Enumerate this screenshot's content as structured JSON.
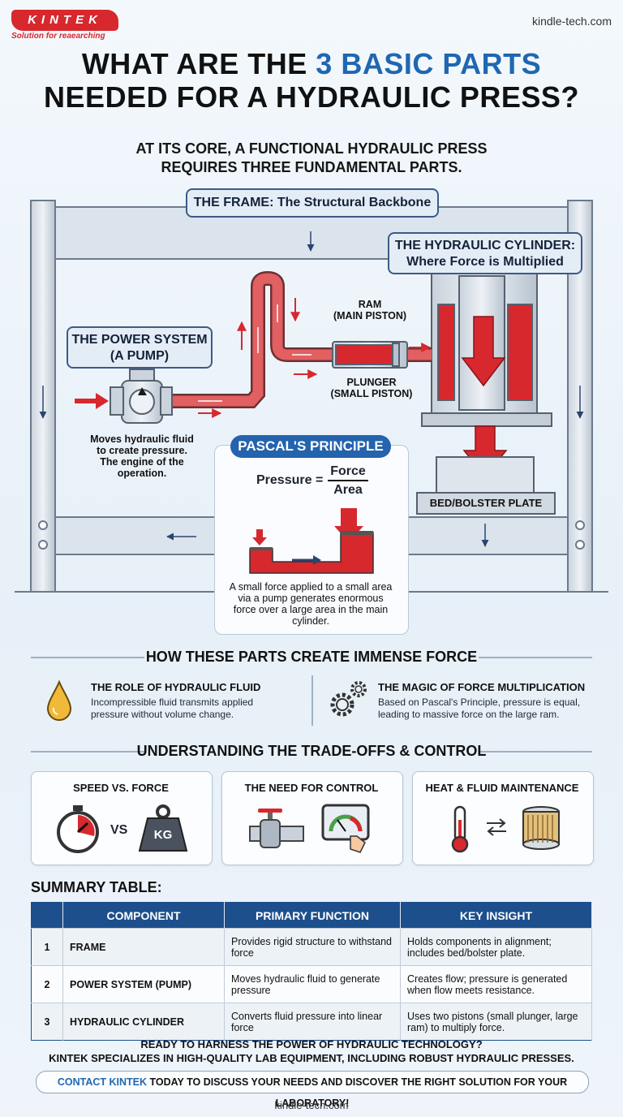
{
  "brand": {
    "logo_text": "KINTEK",
    "tagline": "Solution for reaearching",
    "website": "kindle-tech.com",
    "colors": {
      "red": "#d7282e",
      "blue": "#1f67b1",
      "navy": "#1d4f8d"
    }
  },
  "title": {
    "line1_prefix": "WHAT ARE THE ",
    "line1_highlight": "3 BASIC PARTS",
    "line2": "NEEDED FOR A HYDRAULIC PRESS?"
  },
  "subtitle": {
    "line1": "AT ITS CORE, A FUNCTIONAL HYDRAULIC PRESS",
    "line2": "REQUIRES THREE FUNDAMENTAL PARTS."
  },
  "diagram": {
    "frame_label": "THE FRAME: The Structural Backbone",
    "cylinder_label_line1": "THE HYDRAULIC CYLINDER:",
    "cylinder_label_line2": "Where Force is Multiplied",
    "power_label_line1": "THE POWER SYSTEM",
    "power_label_line2": "(A PUMP)",
    "power_desc": [
      "Moves hydraulic fluid",
      "to create pressure.",
      "The engine of the",
      "operation."
    ],
    "ram_label_line1": "RAM",
    "ram_label_line2": "(MAIN PISTON)",
    "plunger_label_line1": "PLUNGER",
    "plunger_label_line2": "(SMALL PISTON)",
    "bed_label": "BED/BOLSTER PLATE"
  },
  "pascal": {
    "title": "PASCAL'S PRINCIPLE",
    "formula_left": "Pressure =",
    "numerator": "Force",
    "denominator": "Area",
    "description": [
      "A small force applied to a small area",
      "via a pump generates enormous",
      "force over a large area in the main",
      "cylinder."
    ]
  },
  "force_section": {
    "title": "HOW THESE PARTS CREATE IMMENSE FORCE",
    "items": [
      {
        "title": "THE ROLE OF HYDRAULIC FLUID",
        "desc_line1": "Incompressible fluid transmits applied",
        "desc_line2": "pressure without volume change.",
        "icon": "droplet-icon"
      },
      {
        "title": "THE MAGIC OF FORCE MULTIPLICATION",
        "desc_line1": "Based on Pascal's Principle, pressure is equal,",
        "desc_line2": "leading to massive force on the large ram.",
        "icon": "gears-icon"
      }
    ]
  },
  "tradeoffs": {
    "title": "UNDERSTANDING THE TRADE-OFFS & CONTROL",
    "cards": [
      {
        "title": "SPEED VS. FORCE",
        "vs": "VS",
        "weight_label": "KG"
      },
      {
        "title": "THE NEED FOR CONTROL"
      },
      {
        "title": "HEAT & FLUID MAINTENANCE"
      }
    ]
  },
  "summary": {
    "heading": "SUMMARY TABLE:",
    "columns": [
      "COMPONENT",
      "PRIMARY FUNCTION",
      "KEY INSIGHT"
    ],
    "rows": [
      {
        "num": "1",
        "component": "FRAME",
        "function": "Provides rigid structure to withstand force",
        "insight": "Holds components in alignment; includes bed/bolster plate."
      },
      {
        "num": "2",
        "component": "POWER SYSTEM (PUMP)",
        "function": "Moves hydraulic fluid to generate pressure",
        "insight": "Creates flow; pressure is generated when flow meets resistance."
      },
      {
        "num": "3",
        "component": "HYDRAULIC CYLINDER",
        "function": "Converts fluid pressure into linear force",
        "insight": "Uses two pistons (small plunger, large ram) to multiply force."
      }
    ]
  },
  "footer": {
    "line1": "READY TO HARNESS THE POWER OF HYDRAULIC TECHNOLOGY?",
    "line2": "KINTEK SPECIALIZES IN HIGH-QUALITY LAB EQUIPMENT, INCLUDING ROBUST HYDRAULIC PRESSES.",
    "contact_highlight": "CONTACT KINTEK",
    "contact_rest": " TODAY TO DISCUSS YOUR NEEDS AND DISCOVER THE RIGHT SOLUTION FOR YOUR LABORATORY!"
  }
}
